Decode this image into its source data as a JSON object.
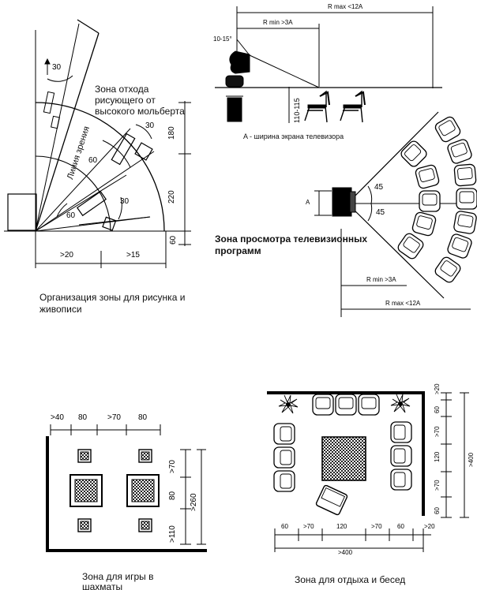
{
  "drawing": {
    "label": "Зона отхода рисующего от высокого мольберта",
    "caption": "Организация зоны для рисунка и живописи",
    "sight_line": "Линия зрения",
    "dims": {
      "a30_top": "30",
      "a30_right": "30",
      "a30_low": "30",
      "a60_mid": "60",
      "a60_low": "60",
      "d180": "180",
      "d220": "220",
      "d60": "60",
      "d20": ">20",
      "d15": ">15"
    }
  },
  "tv_side": {
    "rmax": "R max <12A",
    "rmin": "R min >3A",
    "tilt": "10-15°",
    "height": "110-115",
    "caption": "A - ширина экрана телевизора"
  },
  "tv_plan": {
    "title": "Зона просмотра телевизионных программ",
    "a": "A",
    "a45_top": "45",
    "a45_bot": "45",
    "rmin": "R min >3A",
    "rmax": "R max <12A"
  },
  "chess": {
    "caption": "Зона для игры в шахматы",
    "top_dims": [
      ">40",
      "80",
      ">70",
      "80"
    ],
    "right_dims": [
      ">70",
      "80",
      ">110"
    ],
    "total": ">260"
  },
  "lounge": {
    "caption": "Зона для отдыха и бесед",
    "bottom_dims": [
      "60",
      ">70",
      "120",
      ">70",
      "60",
      ">20"
    ],
    "bottom_total": ">400",
    "right_dims": [
      ">20",
      "60",
      ">70",
      "120",
      ">70",
      "60"
    ],
    "right_total": ">400"
  }
}
